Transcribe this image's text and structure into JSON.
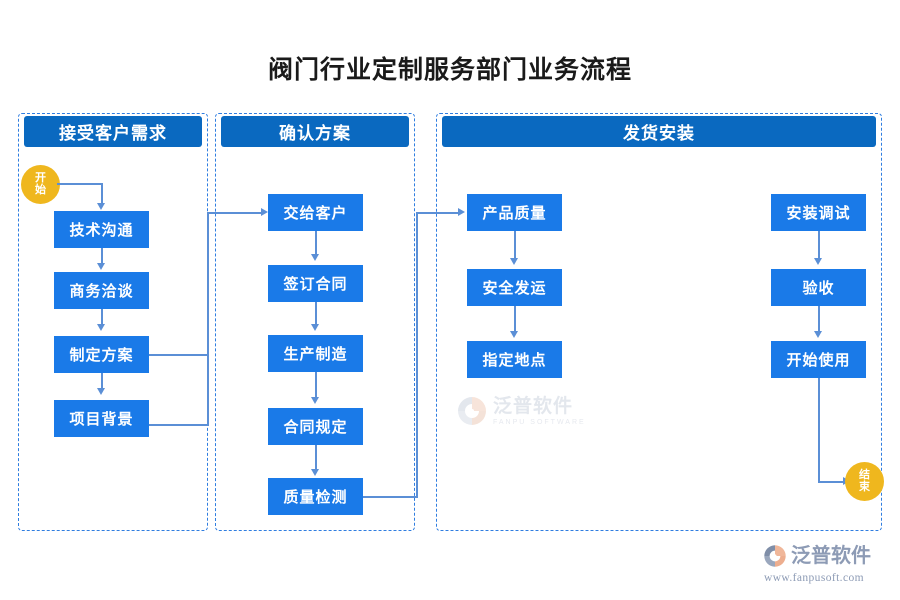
{
  "title": "阀门行业定制服务部门业务流程",
  "colors": {
    "node_blue": "#1a7ae8",
    "header_blue": "#0a69c0",
    "terminator_yellow": "#efb71e",
    "connector_blue": "#5b8fd6",
    "lane_dash": "#2f7de0",
    "title_text": "#1a1a1a",
    "logo_gray": "#8d9bb5"
  },
  "lanes": [
    {
      "id": "lane-accept-requirements",
      "header": "接受客户需求",
      "nodes": [
        "技术沟通",
        "商务洽谈",
        "制定方案",
        "项目背景"
      ]
    },
    {
      "id": "lane-confirm-plan",
      "header": "确认方案",
      "nodes": [
        "交给客户",
        "签订合同",
        "生产制造",
        "合同规定",
        "质量检测"
      ]
    },
    {
      "id": "lane-ship-install",
      "header": "发货安装",
      "nodes_left": [
        "产品质量",
        "安全发运",
        "指定地点"
      ],
      "nodes_right": [
        "安装调试",
        "验收",
        "开始使用"
      ]
    }
  ],
  "terminators": {
    "start": {
      "line1": "开",
      "line2": "始"
    },
    "end": {
      "line1": "结",
      "line2": "束"
    }
  },
  "watermark": {
    "cn": "泛普软件",
    "en": "FANPU SOFTWARE"
  },
  "logo": {
    "cn": "泛普软件",
    "url": "www.fanpusoft.com"
  }
}
